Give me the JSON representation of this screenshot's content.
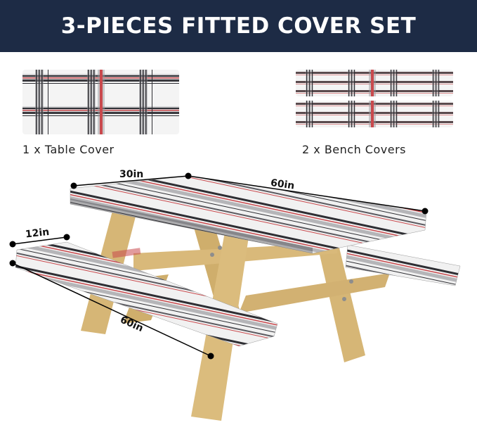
{
  "banner": {
    "title": "3-PIECES FITTED COVER SET",
    "background": "#1d2b45",
    "text_color": "#ffffff"
  },
  "pieces": {
    "table_cover": {
      "caption": "1 x Table Cover",
      "quantity": 1
    },
    "bench_covers": {
      "caption": "2 x Bench Covers",
      "quantity": 2
    }
  },
  "dimensions": {
    "table_width": "30in",
    "table_length": "60in",
    "bench_width": "12in",
    "bench_length": "60in"
  },
  "colors": {
    "plaid_base": "#f2f2f2",
    "plaid_dark": "#2e2e33",
    "plaid_gray": "#9a9a9e",
    "plaid_red": "#c9494d",
    "wood": "#d9b97a",
    "wood_shadow": "#b8964f"
  }
}
